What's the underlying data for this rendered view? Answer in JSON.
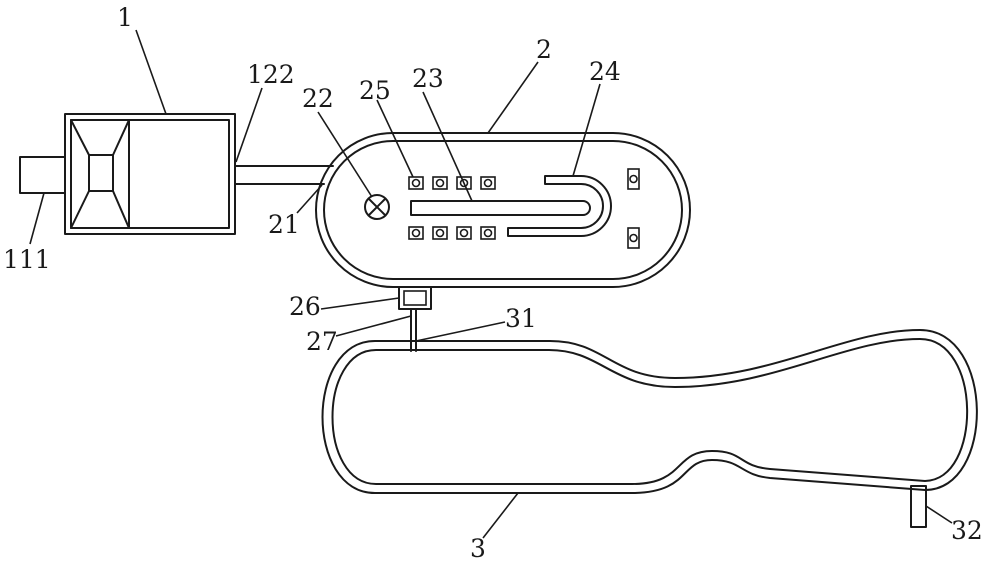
{
  "labels": {
    "l1": "1",
    "l122": "122",
    "l111": "111",
    "l2": "2",
    "l21": "21",
    "l22": "22",
    "l23": "23",
    "l24": "24",
    "l25": "25",
    "l26": "26",
    "l27": "27",
    "l31": "31",
    "l3": "3",
    "l32": "32"
  }
}
